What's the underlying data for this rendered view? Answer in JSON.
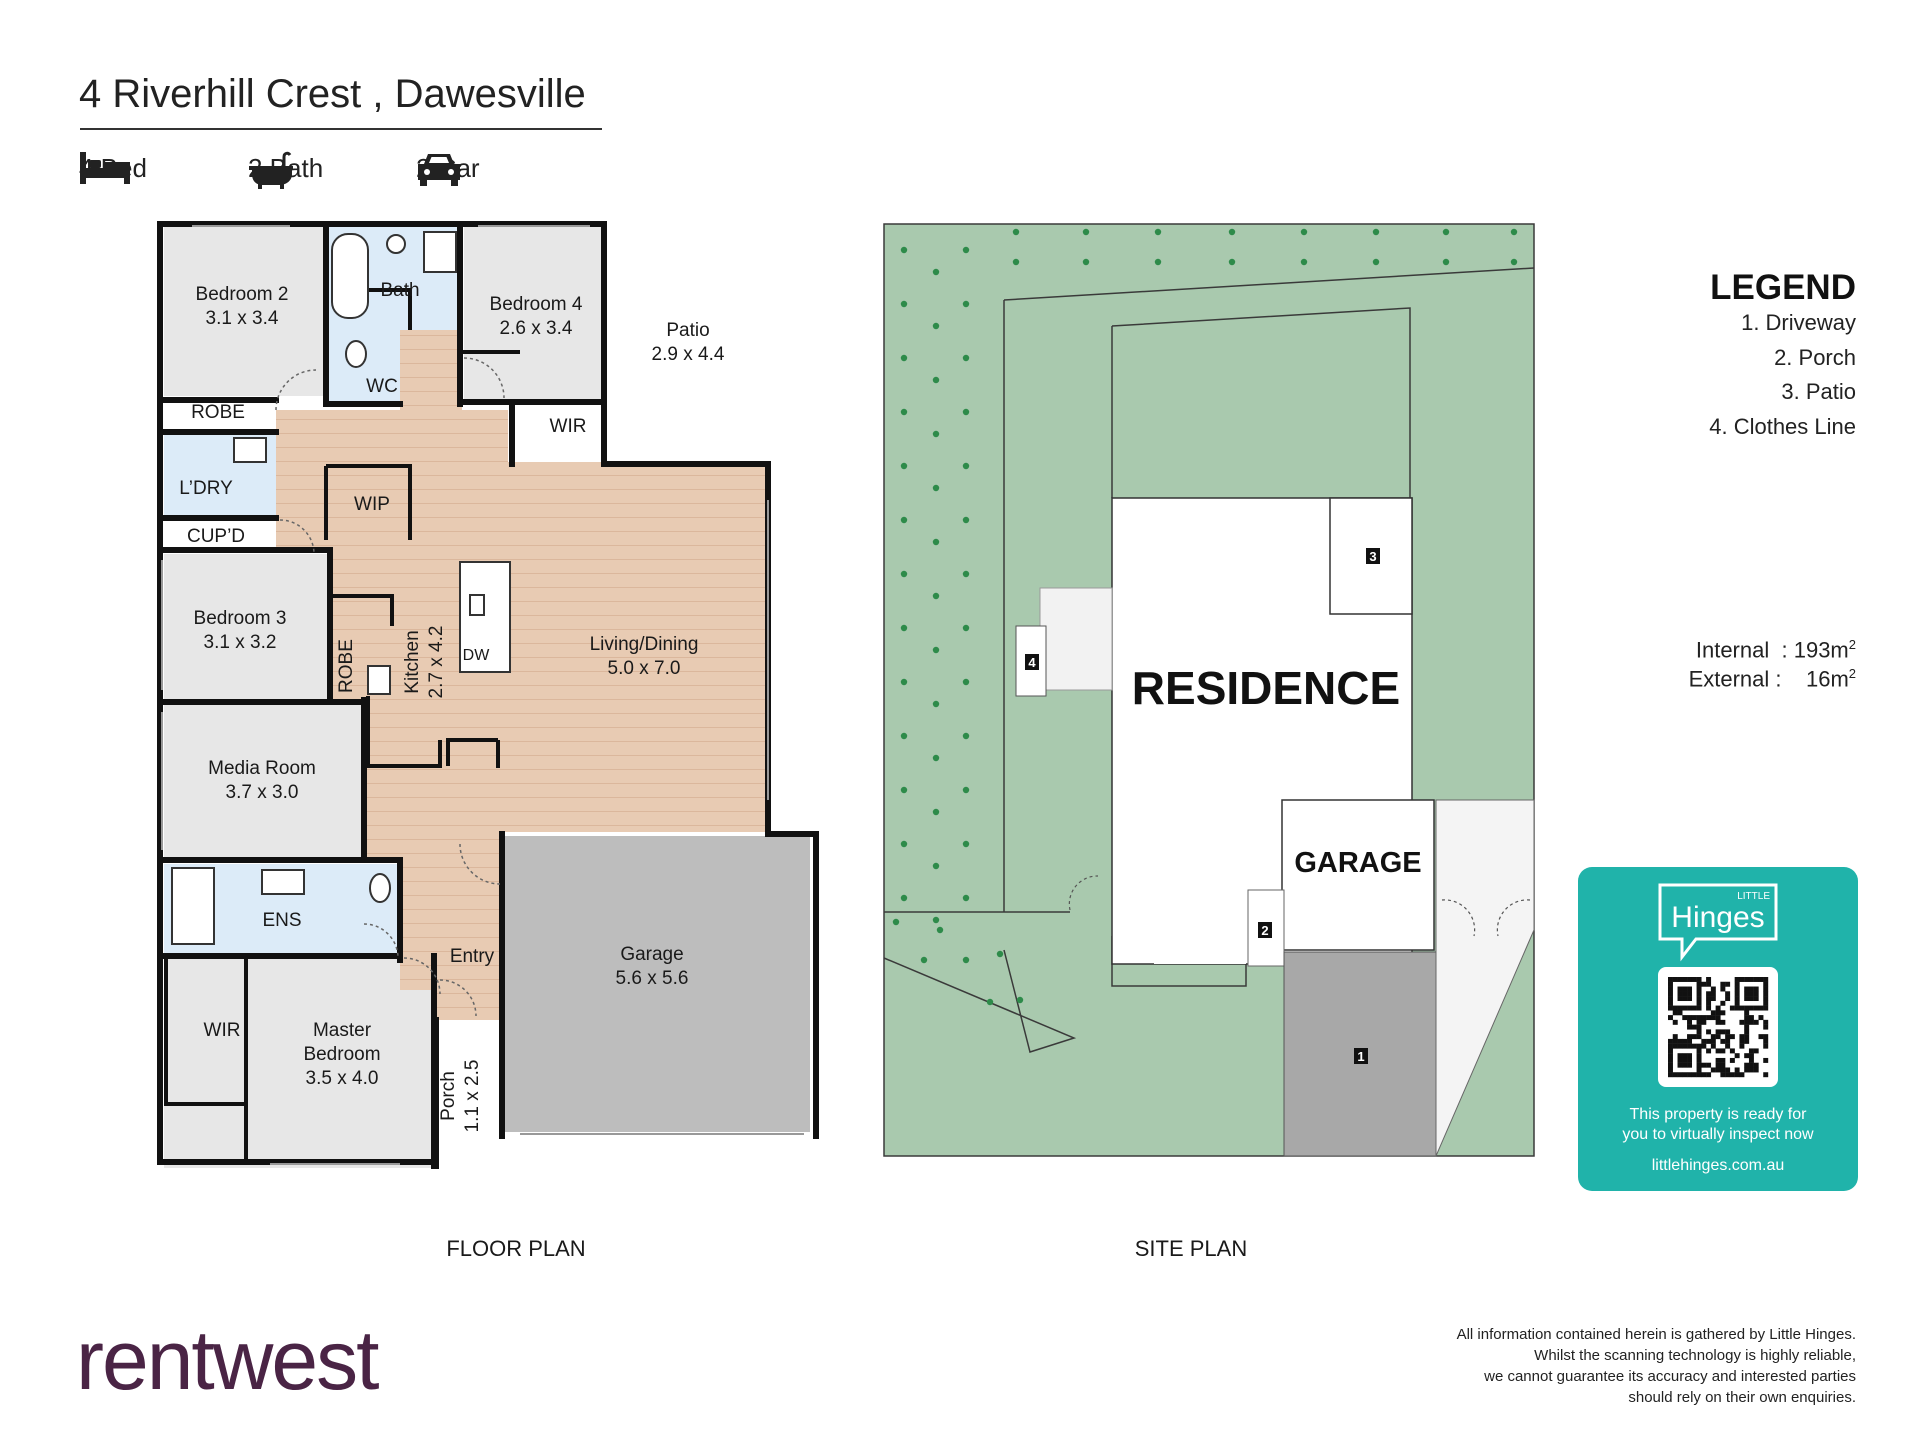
{
  "header": {
    "address": "4 Riverhill Crest , Dawesville",
    "specs": [
      {
        "icon": "bed-icon",
        "label": "4 Bed"
      },
      {
        "icon": "bath-icon",
        "label": "2 Bath"
      },
      {
        "icon": "car-icon",
        "label": "2 Car"
      }
    ]
  },
  "floor_plan": {
    "caption": "FLOOR PLAN",
    "rooms": {
      "bedroom2": {
        "name": "Bedroom 2",
        "size": "3.1 x 3.4"
      },
      "bath": {
        "name": "Bath"
      },
      "bedroom4": {
        "name": "Bedroom 4",
        "size": "2.6 x 3.4"
      },
      "patio": {
        "name": "Patio",
        "size": "2.9 x 4.4"
      },
      "robe1": {
        "name": "ROBE"
      },
      "wc": {
        "name": "WC"
      },
      "wir1": {
        "name": "WIR"
      },
      "laundry": {
        "name": "L’DRY"
      },
      "wip": {
        "name": "WIP"
      },
      "cupd": {
        "name": "CUP’D"
      },
      "bedroom3": {
        "name": "Bedroom 3",
        "size": "3.1 x 3.2"
      },
      "robe2": {
        "name": "ROBE"
      },
      "kitchen": {
        "name": "Kitchen",
        "size": "2.7 x 4.2"
      },
      "dw": {
        "name": "DW"
      },
      "living": {
        "name": "Living/Dining",
        "size": "5.0 x 7.0"
      },
      "media": {
        "name": "Media Room",
        "size": "3.7 x 3.0"
      },
      "ens": {
        "name": "ENS"
      },
      "entry": {
        "name": "Entry"
      },
      "garage": {
        "name": "Garage",
        "size": "5.6 x 5.6"
      },
      "wir2": {
        "name": "WIR"
      },
      "master": {
        "name_line1": "Master",
        "name_line2": "Bedroom",
        "size": "3.5 x 4.0"
      },
      "porch": {
        "name": "Porch",
        "size": "1.1 x 2.5"
      }
    }
  },
  "site_plan": {
    "caption": "SITE PLAN",
    "residence_label": "RESIDENCE",
    "garage_label": "GARAGE",
    "markers": [
      "1",
      "2",
      "3",
      "4"
    ]
  },
  "legend": {
    "title": "LEGEND",
    "items": [
      "1. Driveway",
      "2. Porch",
      "3. Patio",
      "4. Clothes Line"
    ]
  },
  "areas": {
    "internal_label": "Internal",
    "internal_value": "193m",
    "external_label": "External :",
    "external_value": "16m",
    "unit_superscript": "2"
  },
  "hinges": {
    "logo_small": "LITTLE",
    "logo": "Hinges",
    "message_line1": "This property is ready for",
    "message_line2": "you to virtually inspect now",
    "url": "littlehinges.com.au"
  },
  "footer": {
    "brand": "rentwest",
    "disclaimer_lines": [
      "All information contained herein is gathered by Little Hinges.",
      "Whilst the scanning technology is highly reliable,",
      "we cannot guarantee its accuracy and interested parties",
      "should rely on their own enquiries."
    ]
  },
  "colors": {
    "floor_wood": "#e8cbb3",
    "room_grey": "#e7e7e7",
    "wet_area_blue": "#dcebf8",
    "garage_grey": "#bdbdbd",
    "lawn_green": "#a9c9ae",
    "tree_dot": "#2e8b4a",
    "driveway_grey": "#a8a8a8",
    "hinges_teal": "#20b3aa",
    "brand_purple": "#4a2445"
  }
}
